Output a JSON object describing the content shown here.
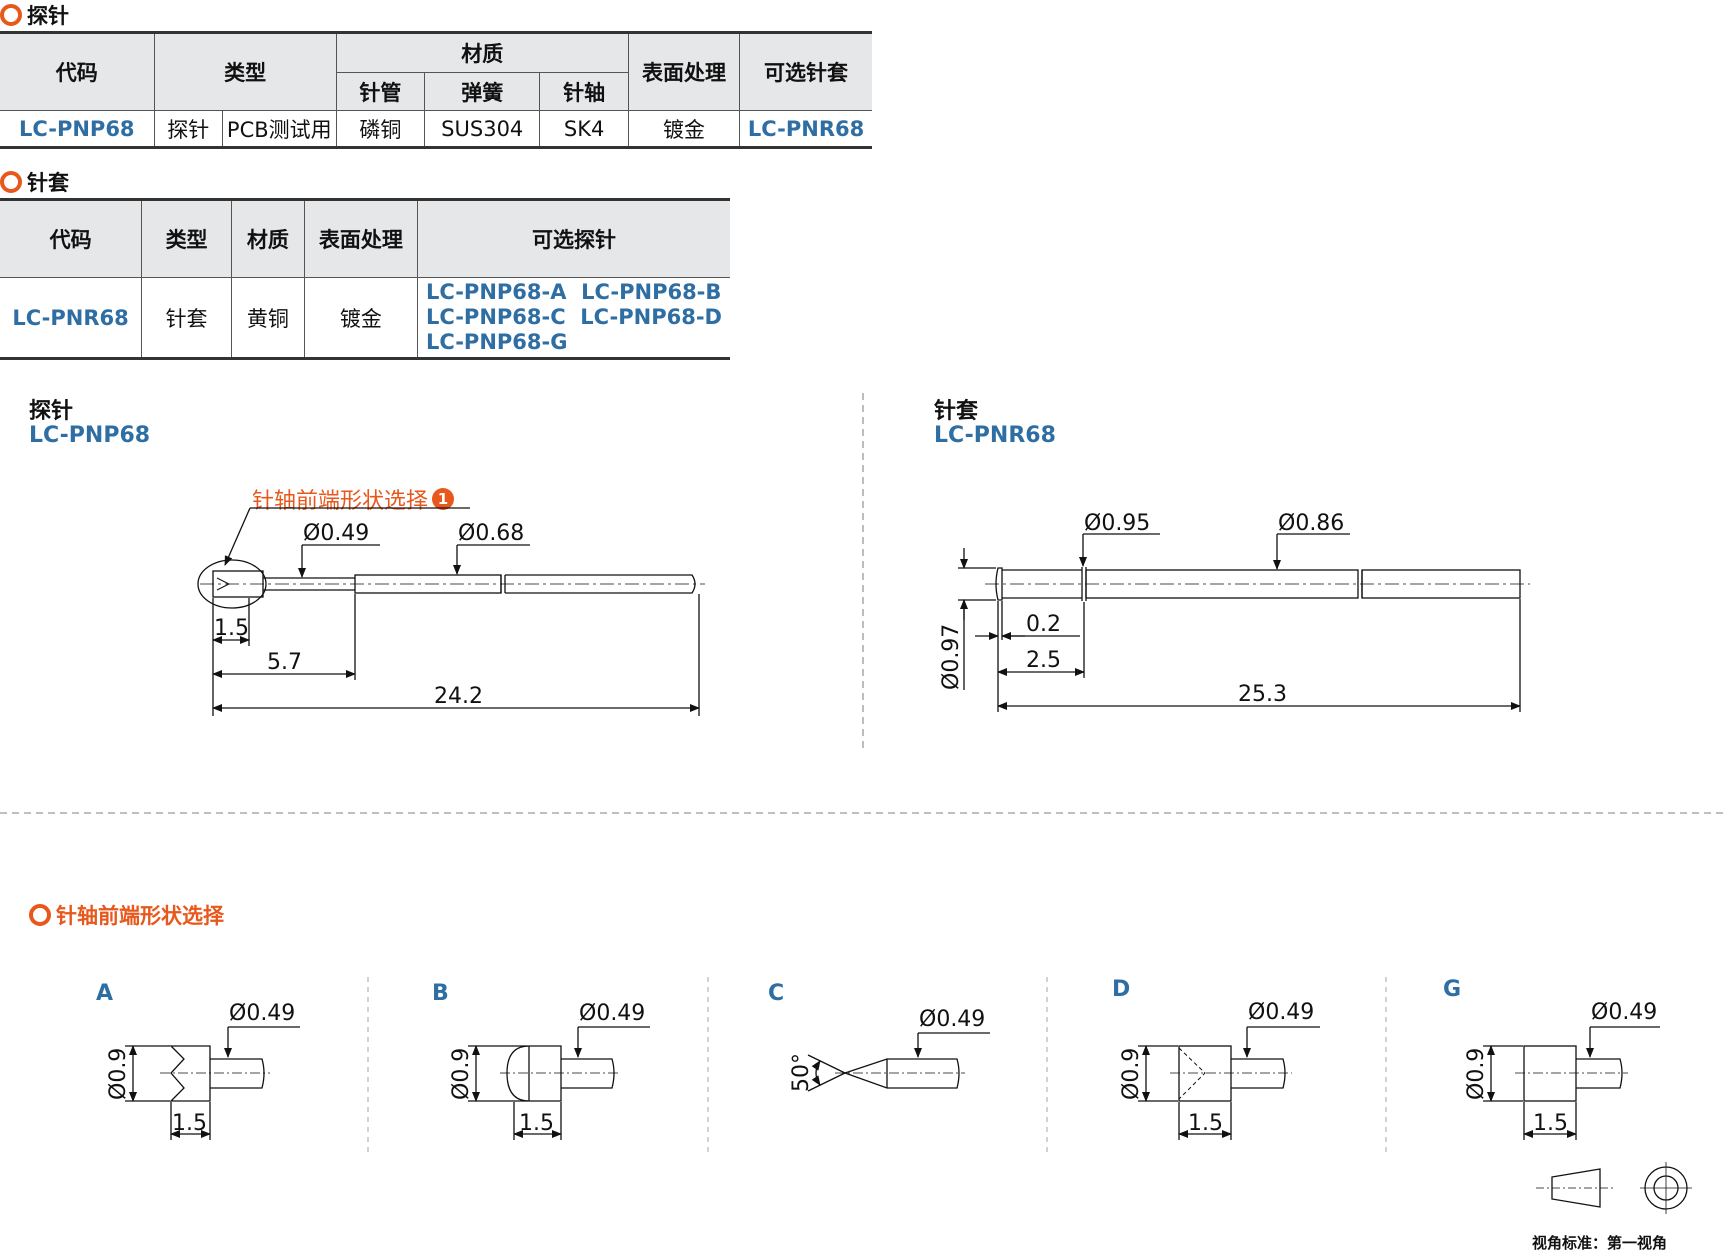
{
  "probe_section": {
    "title": "探针",
    "headers": {
      "code": "代码",
      "type": "类型",
      "material": "材质",
      "tube": "针管",
      "spring": "弹簧",
      "shaft": "针轴",
      "surface": "表面处理",
      "optional_sleeve": "可选针套"
    },
    "row": {
      "code": "LC-PNP68",
      "type1": "探针",
      "type2": "PCB测试用",
      "tube": "磷铜",
      "spring": "SUS304",
      "shaft": "SK4",
      "surface": "镀金",
      "optional_sleeve": "LC-PNR68"
    }
  },
  "sleeve_section": {
    "title": "针套",
    "headers": {
      "code": "代码",
      "type": "类型",
      "material": "材质",
      "surface": "表面处理",
      "optional_probe": "可选探针"
    },
    "row": {
      "code": "LC-PNR68",
      "type": "针套",
      "material": "黄铜",
      "surface": "镀金",
      "optional_probes": [
        "LC-PNP68-A",
        "LC-PNP68-B",
        "LC-PNP68-C",
        "LC-PNP68-D",
        "LC-PNP68-G"
      ]
    }
  },
  "probe_drawing": {
    "label": "探针",
    "code": "LC-PNP68",
    "callout": "针轴前端形状选择",
    "callout_num": "1",
    "dims": {
      "d1": "Ø0.49",
      "d2": "Ø0.68",
      "l1": "1.5",
      "l2": "5.7",
      "l3": "24.2"
    }
  },
  "sleeve_drawing": {
    "label": "针套",
    "code": "LC-PNR68",
    "dims": {
      "d1": "Ø0.95",
      "d2": "Ø0.86",
      "d3": "Ø0.97",
      "l1": "0.2",
      "l2": "2.5",
      "l3": "25.3"
    }
  },
  "tip_section": {
    "title": "针轴前端形状选择",
    "options": [
      {
        "letter": "A",
        "diam": "Ø0.49",
        "height": "Ø0.9",
        "len": "1.5"
      },
      {
        "letter": "B",
        "diam": "Ø0.49",
        "height": "Ø0.9",
        "len": "1.5"
      },
      {
        "letter": "C",
        "diam": "Ø0.49",
        "angle": "50°"
      },
      {
        "letter": "D",
        "diam": "Ø0.49",
        "height": "Ø0.9",
        "len": "1.5"
      },
      {
        "letter": "G",
        "diam": "Ø0.49",
        "height": "Ø0.9",
        "len": "1.5"
      }
    ]
  },
  "projection": {
    "label": "视角标准：第一视角"
  },
  "colors": {
    "accent": "#e8581c",
    "code_blue": "#2f6ea3",
    "header_gray": "#e6e7e9"
  }
}
